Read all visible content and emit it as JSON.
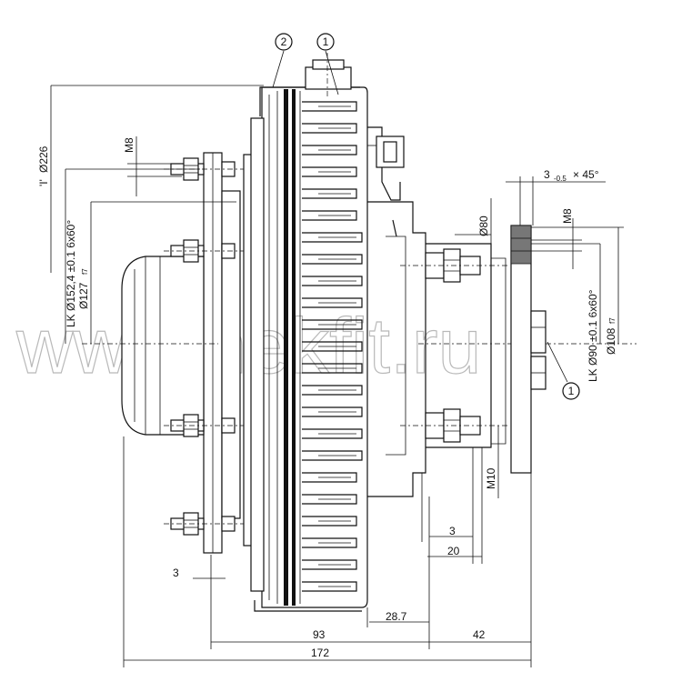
{
  "balloons": [
    "2",
    "1",
    "1"
  ],
  "dimensions": {
    "d226": "Ø226",
    "d226_mark": "'I'",
    "m8_left": "M8",
    "lk152": "LK Ø152,4 ±0.1  6x60°",
    "d127": "Ø127",
    "d127_tol": "f7",
    "d80": "Ø80",
    "chamfer": "3",
    "chamfer_tol": "-0.5",
    "chamfer_angle": "× 45°",
    "m8_right": "M8",
    "lk90": "LK Ø90 ±0.1  6x60°",
    "d108": "Ø108",
    "d108_tol": "f7",
    "m10": "M10",
    "dim_3_mid": "3",
    "dim_20": "20",
    "dim_3_left": "3",
    "dim_28_7": "28.7",
    "dim_93": "93",
    "dim_42": "42",
    "dim_172": "172"
  },
  "watermark": "www.nekfit.ru"
}
